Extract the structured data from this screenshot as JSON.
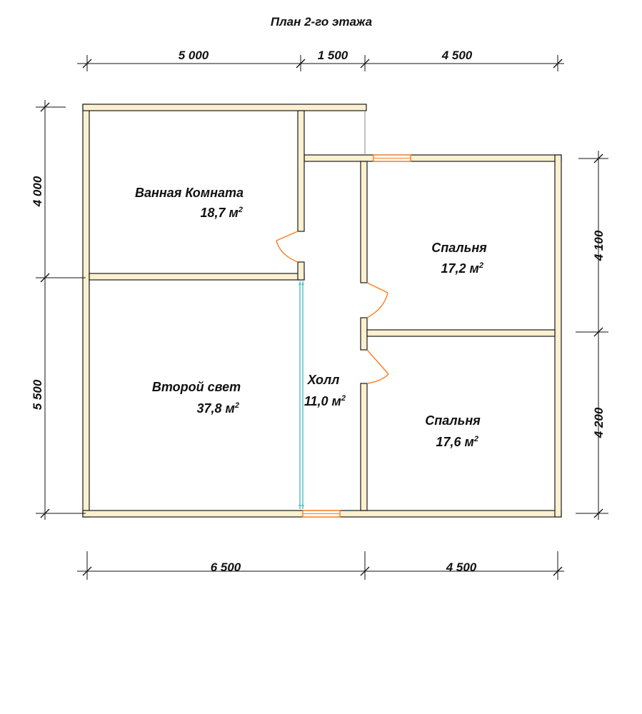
{
  "title": "План 2-го этажа",
  "dimensions": {
    "top": [
      "5 000",
      "1 500",
      "4 500"
    ],
    "bottom": [
      "6 500",
      "4 500"
    ],
    "left": [
      "4 000",
      "5 500"
    ],
    "right": [
      "4 100",
      "4 200"
    ]
  },
  "rooms": [
    {
      "name": "Ванная Комната",
      "area": "18,7 м",
      "sup": "2"
    },
    {
      "name": "Второй свет",
      "area": "37,8 м",
      "sup": "2"
    },
    {
      "name": "Холл",
      "area": "11,0 м",
      "sup": "2"
    },
    {
      "name": "Спальня",
      "area": "17,2 м",
      "sup": "2"
    },
    {
      "name": "Спальня",
      "area": "17,6 м",
      "sup": "2"
    }
  ],
  "colors": {
    "wall_fill": "#fbf0cf",
    "opening": "#ff7a1a",
    "glass": "#2fb3b3"
  }
}
